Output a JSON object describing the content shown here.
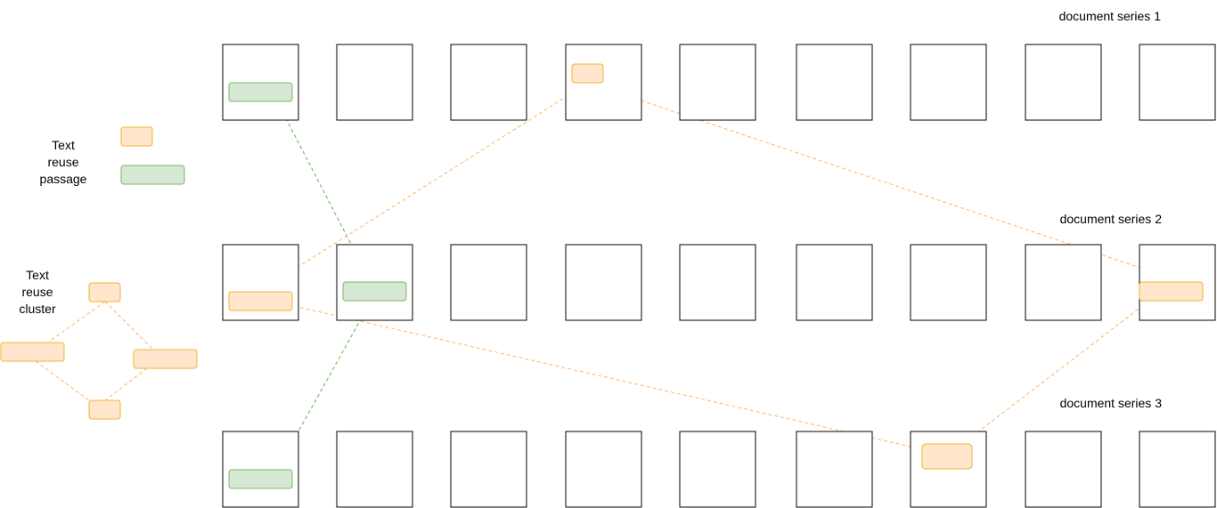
{
  "series_labels": {
    "series1": "document series 1",
    "series2": "document series 2",
    "series3": "document series 3"
  },
  "legend": {
    "passage_label": [
      "Text",
      "reuse",
      "passage"
    ],
    "cluster_label": [
      "Text",
      "reuse",
      "cluster"
    ]
  },
  "colors": {
    "document_border": "#000000",
    "orange_fill": "#ffe6cc",
    "orange_stroke": "#f0b430",
    "orange_link": "#ffb366",
    "green_fill": "#d5e8d4",
    "green_stroke": "#82b366",
    "green_link": "#58b844"
  }
}
